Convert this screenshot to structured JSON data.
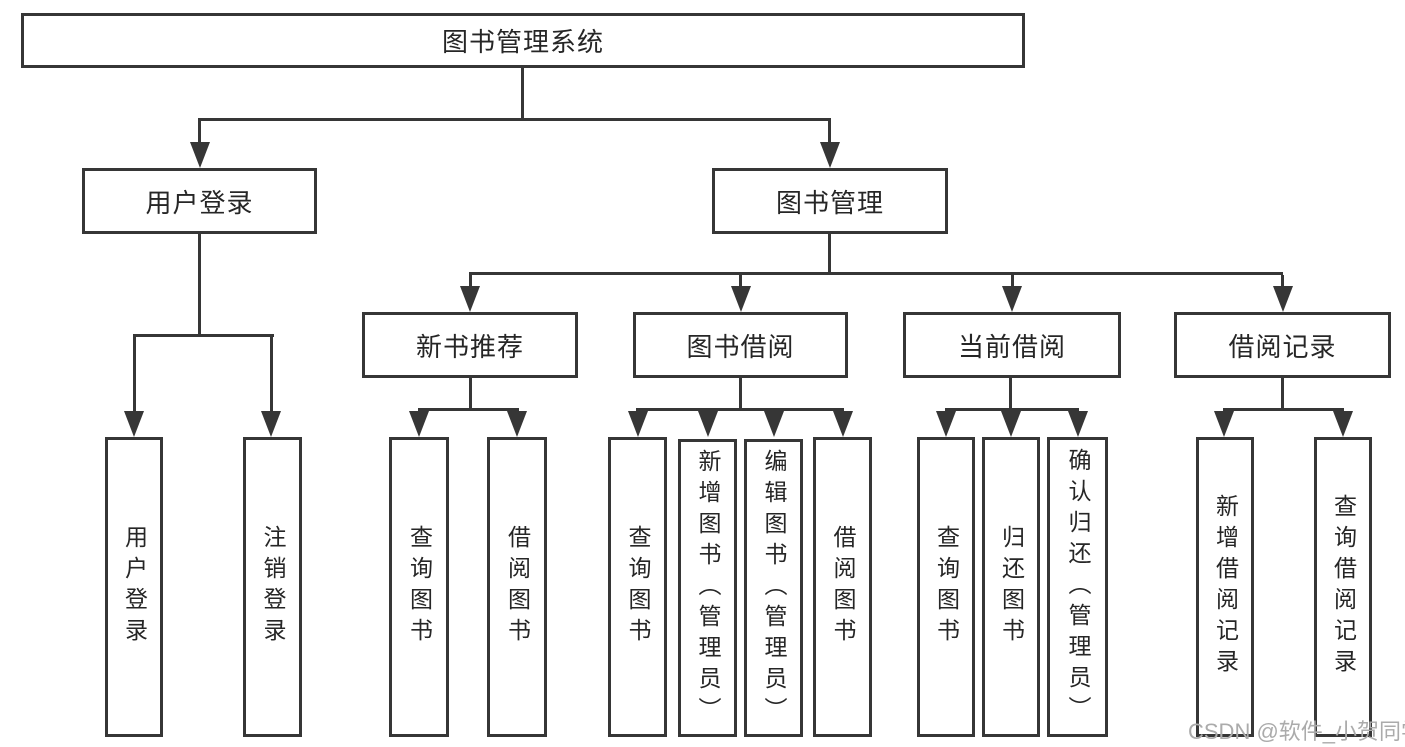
{
  "tree": {
    "root": {
      "label": "图书管理系统"
    },
    "level2": [
      {
        "label": "用户登录",
        "parent": "图书管理系统"
      },
      {
        "label": "图书管理",
        "parent": "图书管理系统"
      }
    ],
    "level3": [
      {
        "label": "新书推荐",
        "parent": "图书管理"
      },
      {
        "label": "图书借阅",
        "parent": "图书管理"
      },
      {
        "label": "当前借阅",
        "parent": "图书管理"
      },
      {
        "label": "借阅记录",
        "parent": "图书管理"
      }
    ],
    "leaves": [
      {
        "label": "用户登录",
        "parent": "用户登录"
      },
      {
        "label": "注销登录",
        "parent": "用户登录"
      },
      {
        "label": "查询图书",
        "parent": "新书推荐"
      },
      {
        "label": "借阅图书",
        "parent": "新书推荐"
      },
      {
        "label": "查询图书",
        "parent": "图书借阅"
      },
      {
        "label": "新增图书（管理员）",
        "parent": "图书借阅"
      },
      {
        "label": "编辑图书（管理员）",
        "parent": "图书借阅"
      },
      {
        "label": "借阅图书",
        "parent": "图书借阅"
      },
      {
        "label": "查询图书",
        "parent": "当前借阅"
      },
      {
        "label": "归还图书",
        "parent": "当前借阅"
      },
      {
        "label": "确认归还（管理员）",
        "parent": "当前借阅"
      },
      {
        "label": "新增借阅记录",
        "parent": "借阅记录"
      },
      {
        "label": "查询借阅记录",
        "parent": "借阅记录"
      }
    ]
  },
  "watermark": {
    "text": "CSDN @软件_小贺同学"
  },
  "colors": {
    "line": "#363636",
    "box_border": "#363636",
    "box_background": "#ffffff",
    "text": "#262626",
    "watermark": "#ababab"
  }
}
